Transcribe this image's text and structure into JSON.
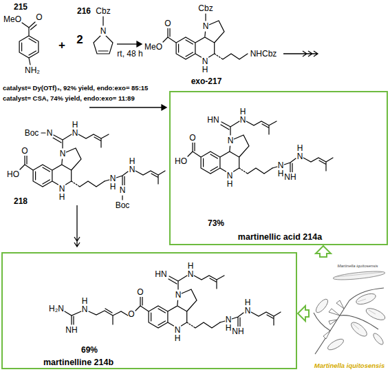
{
  "diagram": {
    "nodes": [
      {
        "text": [
          "73%",
          "martinellic acid 214a"
        ]
      },
      {
        "text": [
          "69%",
          "martinelline 214b"
        ]
      },
      {
        "text": [
          "Martinella iquitosensis",
          "Martinella iquitosensis"
        ]
      }
    ],
    "edges": [
      {
        "from": 2,
        "to": 0,
        "arrow": "to"
      },
      {
        "from": 2,
        "to": 1,
        "arrow": "to"
      }
    ],
    "labels": [
      "215",
      "+",
      "2",
      "216",
      "MeO",
      "O",
      "NH₂",
      "Cbz",
      "N",
      "rt, 48 h",
      "Cbz",
      "N",
      "MeO",
      "O",
      "N",
      "H",
      "NHCbz",
      "exo-217",
      "catalyst= Dy(OTf)₃, 92% yield, endo:exo= 85:15",
      "catalyst= CSA, 74% yield, endo:exo= 11:89",
      "Boc",
      "N",
      "H",
      "N",
      "O",
      "HO",
      "N",
      "N",
      "H",
      "N",
      "H",
      "H",
      "N",
      "N",
      "Boc",
      "218",
      "HN",
      "H",
      "N",
      "O",
      "HO",
      "N",
      "N",
      "H",
      "N",
      "H",
      "H",
      "N",
      "NH",
      "H₂N",
      "H",
      "N",
      "NH",
      "O",
      "O",
      "HN",
      "H",
      "N",
      "N",
      "N",
      "H",
      "N",
      "H",
      "H",
      "N",
      "NH"
    ]
  }
}
